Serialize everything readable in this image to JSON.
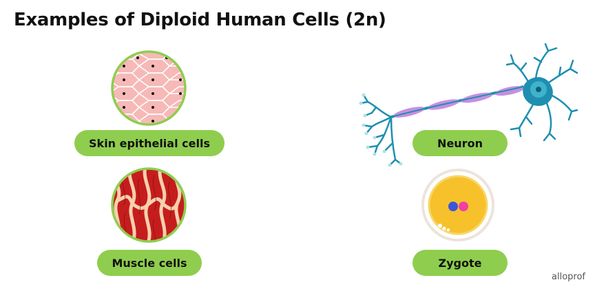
{
  "title": "Examples of Diploid Human Cells (2n)",
  "labels": {
    "skin": "Skin epithelial cells",
    "muscle": "Muscle cells",
    "neuron": "Neuron",
    "zygote": "Zygote"
  },
  "colors": {
    "pill": "#8fcd4e",
    "ring": "#8fcd4e",
    "skin_fill": "#f6b9b7",
    "muscle_red": "#c51d1d",
    "muscle_strand": "#f7d0ad",
    "neuron_body": "#1e8fb0",
    "neuron_myelin": "#c68fe0",
    "zygote_yolk": "#f6c12a",
    "zygote_ring": "#ece4db"
  },
  "brand": "alloprof"
}
